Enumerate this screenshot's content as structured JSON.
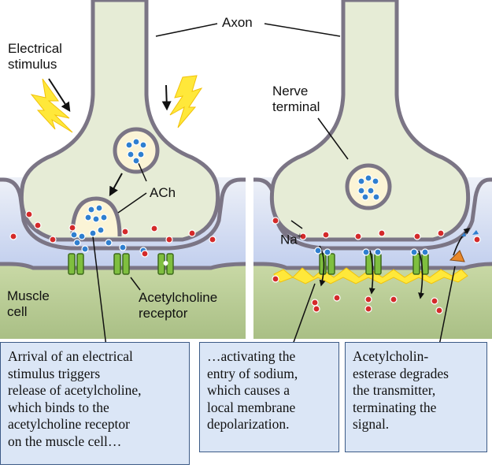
{
  "labels": {
    "axon": "Axon",
    "electrical_stimulus": "Electrical\nstimulus",
    "ach": "ACh",
    "nerve_terminal": "Nerve\nterminal",
    "na": "Na",
    "na_charge": "+",
    "muscle_cell": "Muscle\ncell",
    "receptor": "Acetylcholine\nreceptor"
  },
  "captions": [
    "Arrival of an electrical\nstimulus triggers\nrelease of acetylcholine,\nwhich binds to the\nacetylcholine receptor\non the muscle cell…",
    "…activating the\nentry of sodium,\nwhich causes a\nlocal membrane\ndepolarization.",
    "Acetylcholin-\nesterase degrades\nthe transmitter,\nterminating the\nsignal."
  ],
  "colors": {
    "terminal_fill": "#e6ecd6",
    "membrane": "#7b7585",
    "cleft": "#aebfe8",
    "muscle": "#c7d7a3",
    "caption_bg": "#dbe6f6",
    "caption_border": "#3c5a86",
    "ach_dot": "#2f7fd0",
    "sodium_dot": "#d42a2a",
    "receptor": "#5f9a2c",
    "spark": "#ffe83a",
    "enzyme": "#e8882a"
  }
}
